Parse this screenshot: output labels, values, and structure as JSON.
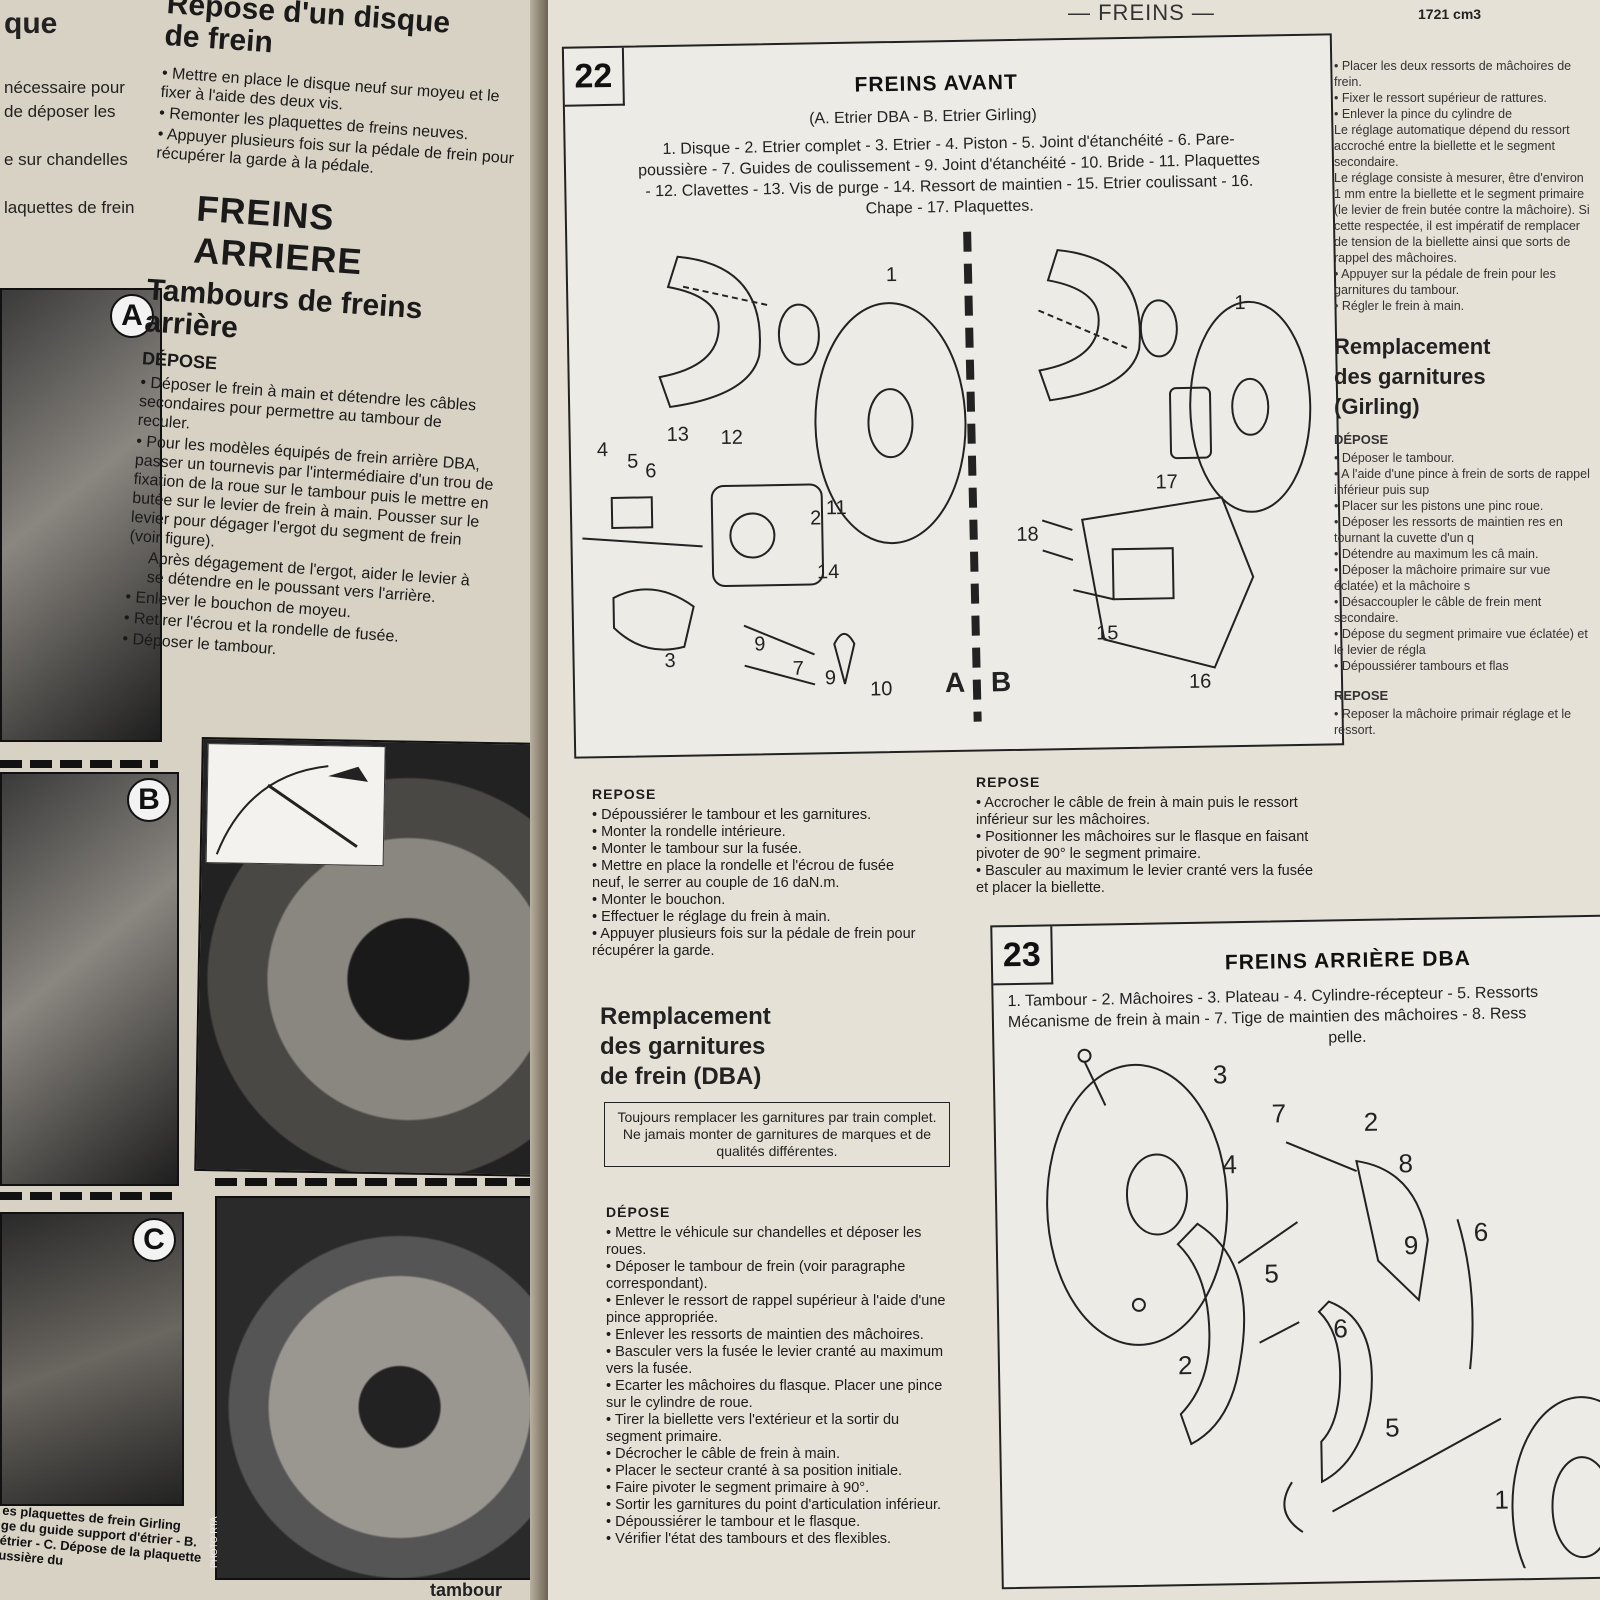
{
  "left_page": {
    "strip_text": [
      "que",
      "nécessaire pour",
      "de déposer les",
      "",
      "e sur chandelles",
      "",
      "laquettes de frein"
    ],
    "photo_labels": [
      "A",
      "B",
      "C"
    ],
    "caption": [
      "es plaquettes de frein Girling",
      "ge du guide support d'étrier - B.",
      "étrier - C. Dépose de la plaquette",
      "ussière du"
    ],
    "photo_credit": "PHOTO RTA",
    "top_heading": [
      "Repose d'un disque",
      "de frein"
    ],
    "top_bullets": [
      "• Mettre en place le disque neuf sur moyeu et le fixer à l'aide des deux vis.",
      "• Remonter les plaquettes de freins neuves.",
      "• Appuyer plusieurs fois sur la pédale de frein pour récupérer la garde à la pédale."
    ],
    "big_heading": "FREINS ARRIERE",
    "sub_heading": [
      "Tambours de freins",
      "arrière"
    ],
    "depose_label": "DÉPOSE",
    "depose_bullets": [
      "• Déposer le frein à main et détendre les câbles secondaires pour permettre au tambour de reculer.",
      "• Pour les modèles équipés de frein arrière DBA, passer un tournevis par l'intermédiaire d'un trou de fixation de la roue sur le tambour puis le mettre en butée sur le levier de frein à main. Pousser sur le levier pour dégager l'ergot du segment de frein (voir figure).",
      "Après dégagement de l'ergot, aider le levier à se détendre en le poussant vers l'arrière.",
      "• Enlever le bouchon de moyeu.",
      "• Retirer l'écrou et la rondelle de fusée.",
      "• Déposer le tambour."
    ],
    "bottom_fragment": "tambour"
  },
  "right_page": {
    "running_head": "— FREINS —",
    "running_head_right": "1721 cm3",
    "fig22": {
      "number": "22",
      "title": "FREINS AVANT",
      "subtitle": "(A. Etrier DBA - B. Etrier Girling)",
      "legend": [
        "1. Disque - 2. Etrier complet - 3. Etrier - 4. Piston - 5. Joint d'étanchéité - 6. Pare-",
        "poussière - 7. Guides de coulissement - 9. Joint d'étanchéité - 10. Bride - 11. Plaquettes",
        "- 12. Clavettes - 13. Vis de purge - 14. Ressort de maintien - 15. Etrier coulissant - 16.",
        "Chape - 17. Plaquettes."
      ],
      "side_a": "A",
      "side_b": "B",
      "callouts": [
        "1",
        "2",
        "3",
        "4",
        "5",
        "6",
        "7",
        "9",
        "9",
        "10",
        "11",
        "12",
        "13",
        "14",
        "1",
        "15",
        "16",
        "17",
        "18"
      ]
    },
    "repose_left": {
      "label": "REPOSE",
      "bullets": [
        "• Dépoussiérer le tambour et les garnitures.",
        "• Monter la rondelle intérieure.",
        "• Monter le tambour sur la fusée.",
        "• Mettre en place la rondelle et l'écrou de fusée neuf, le serrer au couple de 16 daN.m.",
        "• Monter le bouchon.",
        "• Effectuer le réglage du frein à main.",
        "• Appuyer plusieurs fois sur la pédale de frein pour récupérer la garde."
      ]
    },
    "repose_right": {
      "label": "REPOSE",
      "bullets": [
        "• Accrocher le câble de frein à main puis le ressort inférieur sur les mâchoires.",
        "• Positionner les mâchoires sur le flasque en faisant pivoter de 90° le segment primaire.",
        "• Basculer au maximum le levier cranté vers la fusée et placer la biellette."
      ]
    },
    "dba_heading": [
      "Remplacement",
      "des garnitures",
      "de frein (DBA)"
    ],
    "dba_note": "Toujours remplacer les garnitures par train complet. Ne jamais monter de garnitures de marques et de qualités différentes.",
    "dba_depose": {
      "label": "DÉPOSE",
      "bullets": [
        "• Mettre le véhicule sur chandelles et déposer les roues.",
        "• Déposer le tambour de frein (voir paragraphe correspondant).",
        "• Enlever le ressort de rappel supérieur à l'aide d'une pince appropriée.",
        "• Enlever les ressorts de maintien des mâchoires.",
        "• Basculer vers la fusée le levier cranté au maximum vers la fusée.",
        "• Ecarter les mâchoires du flasque. Placer une pince sur le cylindre de roue.",
        "• Tirer la biellette vers l'extérieur et la sortir du segment primaire.",
        "• Décrocher le câble de frein à main.",
        "• Placer le secteur cranté à sa position initiale.",
        "• Faire pivoter le segment primaire à 90°.",
        "• Sortir les garnitures du point d'articulation inférieur.",
        "• Dépoussiérer le tambour et le flasque.",
        "• Vérifier l'état des tambours et des flexibles."
      ]
    },
    "fig23": {
      "number": "23",
      "title": "FREINS ARRIÈRE DBA",
      "legend": [
        "1. Tambour - 2. Mâchoires - 3. Plateau - 4. Cylindre-récepteur - 5. Ressorts",
        "Mécanisme de frein à main - 7. Tige de maintien des mâchoires - 8. Ress",
        "pelle."
      ],
      "callouts": [
        "3",
        "4",
        "7",
        "2",
        "8",
        "9",
        "6",
        "5",
        "6",
        "2",
        "5",
        "1"
      ]
    },
    "far_right": {
      "top_bullets": [
        "• Placer les deux ressorts de mâchoires de frein.",
        "• Fixer le ressort supérieur de rattures.",
        "• Enlever la pince du cylindre de",
        "Le réglage automatique dépend du ressort accroché entre la biellette et le segment secondaire.",
        "Le réglage consiste à mesurer, être d'environ 1 mm entre la biellette et le segment primaire (le levier de frein butée contre la mâchoire). Si cette respectée, il est impératif de remplacer de tension de la biellette ainsi que sorts de rappel des mâchoires.",
        "• Appuyer sur la pédale de frein pour les garnitures du tambour.",
        "• Régler le frein à main."
      ],
      "heading": [
        "Remplacement",
        "des garnitures",
        "(Girling)"
      ],
      "depose_label": "DÉPOSE",
      "depose_bullets": [
        "• Déposer le tambour.",
        "• A l'aide d'une pince à frein de sorts de rappel inférieur puis sup",
        "• Placer sur les pistons une pinc roue.",
        "• Déposer les ressorts de maintien res en tournant la cuvette d'un q",
        "• Détendre au maximum les câ main.",
        "• Déposer la mâchoire primaire sur vue éclatée) et la mâchoire s",
        "• Désaccoupler le câble de frein ment secondaire.",
        "• Dépose du segment primaire vue éclatée) et le levier de régla",
        "• Dépoussiérer tambours et flas"
      ],
      "repose_label": "REPOSE",
      "repose_bullets": [
        "• Reposer la mâchoire primair réglage et le ressort."
      ]
    }
  }
}
